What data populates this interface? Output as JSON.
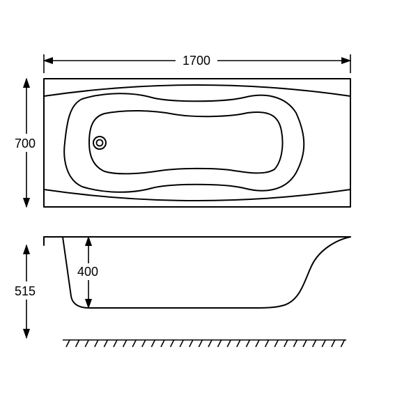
{
  "dimensions": {
    "length": "1700",
    "width": "700",
    "height": "515",
    "depth": "400"
  },
  "colors": {
    "line": "#000000",
    "background": "#ffffff"
  },
  "icons": {
    "drain": "drain-icon",
    "arrow": "arrowhead-icon",
    "floor": "floor-hatch-icon"
  }
}
